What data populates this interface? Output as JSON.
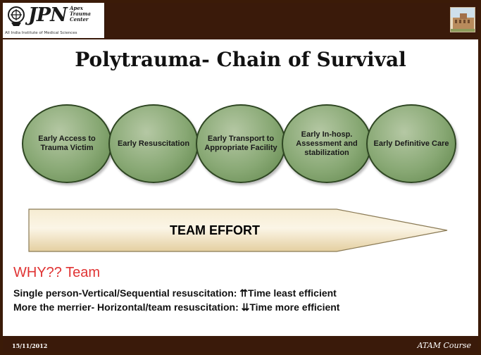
{
  "header": {
    "logo_text": "JPN",
    "logo_sub_lines": [
      "Apex",
      "Trauma",
      "Center"
    ],
    "institute": "All India Institute of Medical Sciences"
  },
  "title": "Polytrauma- Chain of Survival",
  "chain": [
    "Early Access to Trauma Victim",
    "Early Resuscitation",
    "Early Transport to Appropriate Facility",
    "Early In-hosp. Assessment and stabilization",
    "Early Definitive Care"
  ],
  "arrow_label": "TEAM EFFORT",
  "why_heading": "WHY?? Team",
  "points": [
    "Single person-Vertical/Sequential resuscitation: ⇈Time least efficient",
    "More the merrier- Horizontal/team resuscitation: ⇊Time more efficient"
  ],
  "footer": {
    "date": "15/11/2012",
    "course": "ATAM Course"
  },
  "colors": {
    "frame": "#3a1a0a",
    "circle_fill": "#88a874",
    "circle_border": "#2f4723",
    "arrow_fill": "#f2e4c4",
    "why_red": "#e03434"
  }
}
